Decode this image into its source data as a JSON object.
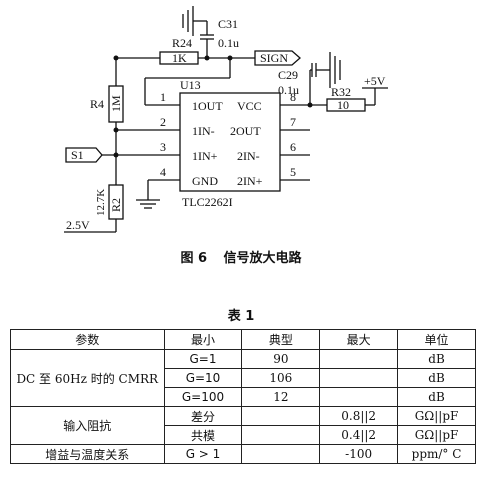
{
  "schematic": {
    "capacitor_c31": {
      "ref": "C31",
      "value": "0.1u"
    },
    "resistor_r24": {
      "ref": "R24",
      "value": "1K"
    },
    "sign_port": "SIGN",
    "capacitor_c29": {
      "ref": "C29",
      "value": "0.1u"
    },
    "resistor_r32": {
      "ref": "R32",
      "value": "10"
    },
    "supply": "+5V",
    "chip": {
      "ref": "U13",
      "part": "TLC2262I",
      "pins_left": [
        {
          "num": "1",
          "name": "1OUT"
        },
        {
          "num": "2",
          "name": "1IN-"
        },
        {
          "num": "3",
          "name": "1IN+"
        },
        {
          "num": "4",
          "name": "GND"
        }
      ],
      "pins_right": [
        {
          "num": "8",
          "name": "VCC"
        },
        {
          "num": "7",
          "name": "2OUT"
        },
        {
          "num": "6",
          "name": "2IN-"
        },
        {
          "num": "5",
          "name": "2IN+"
        }
      ]
    },
    "resistor_r4": {
      "ref": "R4",
      "value": "1M"
    },
    "s1_port": "S1",
    "resistor_r2": {
      "ref": "R2",
      "value": "12.7K"
    },
    "ref_voltage": "2.5V"
  },
  "figure_caption": {
    "label": "图 6",
    "title": "信号放大电路"
  },
  "table_caption": "表 1",
  "table": {
    "headers": [
      "参数",
      "最小",
      "典型",
      "最大",
      "单位"
    ],
    "cmrr_label": "DC 至 60Hz 时的 CMRR",
    "cmrr_rows": [
      {
        "min": "G=1",
        "typ": "90",
        "max": "",
        "unit": "dB"
      },
      {
        "min": "G=10",
        "typ": "106",
        "max": "",
        "unit": "dB"
      },
      {
        "min": "G=100",
        "typ": "12",
        "max": "",
        "unit": "dB"
      }
    ],
    "impedance_label": "输入阻抗",
    "impedance_rows": [
      {
        "min": "差分",
        "typ": "",
        "max": "0.8||2",
        "unit": "GΩ||pF"
      },
      {
        "min": "共模",
        "typ": "",
        "max": "0.4||2",
        "unit": "GΩ||pF"
      }
    ],
    "temp_row": {
      "param": "增益与温度关系",
      "min": "G > 1",
      "typ": "",
      "max": "-100",
      "unit": "ppm/° C"
    }
  }
}
